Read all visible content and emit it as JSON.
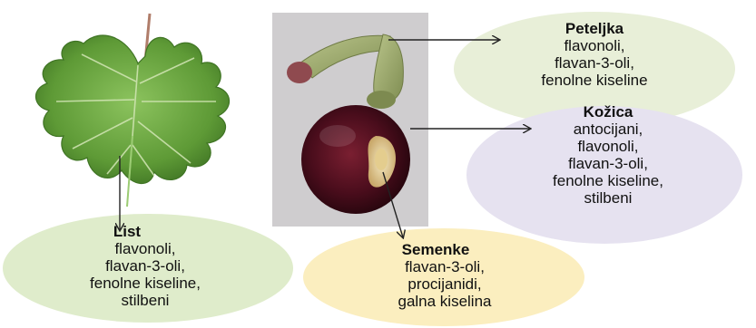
{
  "diagram": {
    "parts": [
      {
        "id": "peteljka",
        "title": "Peteljka",
        "lines": [
          "flavonoli,",
          "flavan-3-oli,",
          "fenolne kiseline"
        ],
        "color": "#e8efd8"
      },
      {
        "id": "kozica",
        "title": "Kožica",
        "lines": [
          "antocijani,",
          "flavonoli,",
          "flavan-3-oli,",
          "fenolne kiseline,",
          "stilbeni"
        ],
        "color": "#e6e2f0"
      },
      {
        "id": "list",
        "title": "List",
        "lines": [
          "flavonoli,",
          "flavan-3-oli,",
          "fenolne kiseline,",
          "stilbeni"
        ],
        "color": "#dfeccb"
      },
      {
        "id": "semenke",
        "title": "Semenke",
        "lines": [
          "flavan-3-oli,",
          "procijanidi,",
          "galna kiselina"
        ],
        "color": "#fbeebf"
      }
    ],
    "images": {
      "leaf": {
        "icon": "grape-leaf-illustration",
        "color": "#5f9a3a"
      },
      "grape": {
        "icon": "grape-berry-cross-section",
        "color": "#4a0d1c",
        "background": "#c9c7c9"
      }
    },
    "arrow_color": "#222222"
  }
}
